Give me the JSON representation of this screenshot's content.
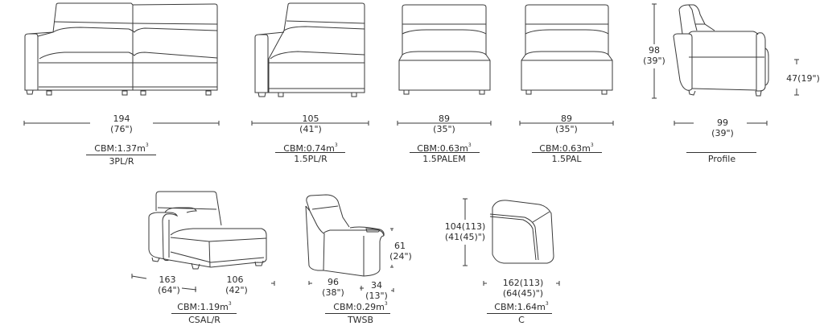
{
  "modules": [
    {
      "id": "3pl_r",
      "code": "3PL/R",
      "width_cm": "194",
      "width_in": "(76\")",
      "cbm_label": "CBM:1.37m",
      "cbm_unit_sup": "3"
    },
    {
      "id": "1_5pl_r",
      "code": "1.5PL/R",
      "width_cm": "105",
      "width_in": "(41\")",
      "cbm_label": "CBM:0.74m",
      "cbm_unit_sup": "3"
    },
    {
      "id": "1_5palem",
      "code": "1.5PALEM",
      "width_cm": "89",
      "width_in": "(35\")",
      "cbm_label": "CBM:0.63m",
      "cbm_unit_sup": "3"
    },
    {
      "id": "1_5pal",
      "code": "1.5PAL",
      "width_cm": "89",
      "width_in": "(35\")",
      "cbm_label": "CBM:0.63m",
      "cbm_unit_sup": "3"
    },
    {
      "id": "profile",
      "code": "Profile",
      "height_cm": "98",
      "height_in": "(39\")",
      "seat_height": "47(19\")",
      "depth_cm": "99",
      "depth_in": "(39\")"
    },
    {
      "id": "csal_r",
      "code": "CSAL/R",
      "length_cm": "163",
      "length_in": "(64\")",
      "width_cm": "106",
      "width_in": "(42\")",
      "cbm_label": "CBM:1.19m",
      "cbm_unit_sup": "3"
    },
    {
      "id": "twsb",
      "code": "TWSB",
      "depth_cm": "96",
      "depth_in": "(38\")",
      "width_cm": "34",
      "width_in": "(13\")",
      "height_cm": "61",
      "height_in": "(24\")",
      "cbm_label": "CBM:0.29m",
      "cbm_unit_sup": "3"
    },
    {
      "id": "c",
      "code": "C",
      "height_cm": "104(113)",
      "height_in": "(41(45)\")",
      "width_cm": "162(113)",
      "width_in": "(64(45)\")",
      "cbm_label": "CBM:1.64m",
      "cbm_unit_sup": "3"
    }
  ],
  "colors": {
    "line": "#3a3a3a",
    "text": "#2b2b2b",
    "background": "#ffffff"
  }
}
